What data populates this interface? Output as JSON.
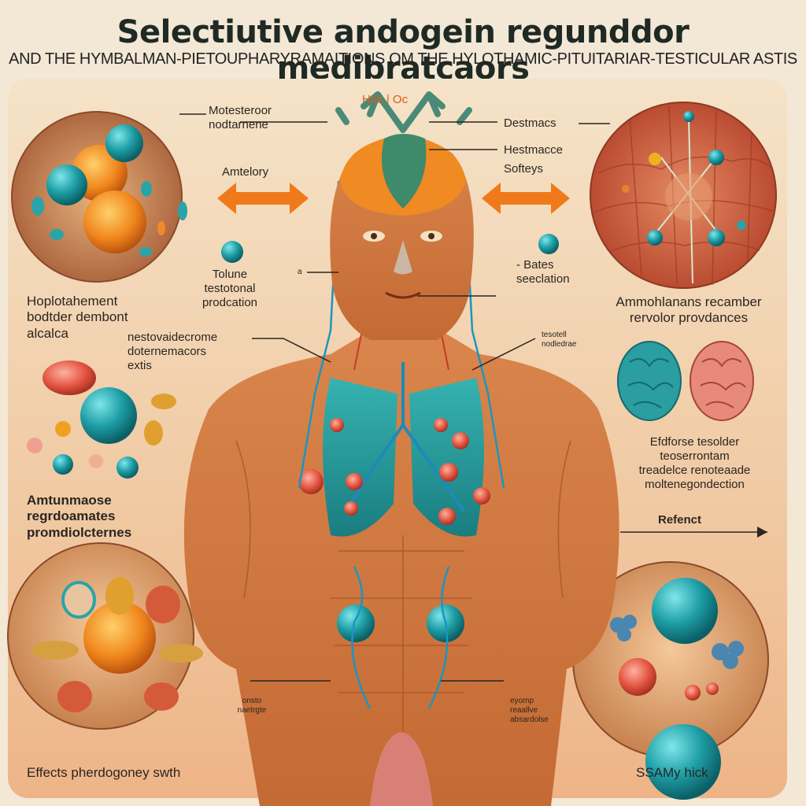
{
  "title": "Selectiutive andogein regunddor medibratcaors",
  "subtitle": "AND THE HYMBALMAN-PIETOUPHARYRAMAITIONS OM THE HYLOTHAMIC-PITUITARIAR-TESTICULAR ASTIS",
  "labels": {
    "motesteroor": "Motesteroor\nnodtarnene",
    "amtelorey": "Amtelory",
    "tolune": "Tolune\ntestotonal\nprodcation",
    "small_a": "a",
    "hoplotahement": "Hoplotahement\nbodtder dembont\nalcalca",
    "nesto": "nestovaidecrome\ndoternemacors\nextis",
    "amunmaose": "Amtunmaose\nregrdoamates\npromdiolcternes",
    "effects": "Effects pherdogoney swth",
    "onsto": "onsto\nnaetrgte",
    "hds": "Hds  |  Oc",
    "destmacs": "Destmacs",
    "hestmacce": "Hestmacce",
    "softeys": "Softeys",
    "bates": "- Bates\nseeclation",
    "tesolell": "tesotell\nnodledrae",
    "ammoh": "Ammohlanans recamber\nrervolor provdances",
    "efdforse": "Efdforse tesolder\nteoserrontam\ntreadelce renoteaade\nmoltenegondection",
    "refenct": "Refenct",
    "eyomp": "eyomp\nreaallve\nabsardolse",
    "ssamy": "SSAMy hick"
  },
  "colors": {
    "teal": "#1e9fa6",
    "orange": "#f07a1a",
    "muscle": "#c8703c"
  }
}
